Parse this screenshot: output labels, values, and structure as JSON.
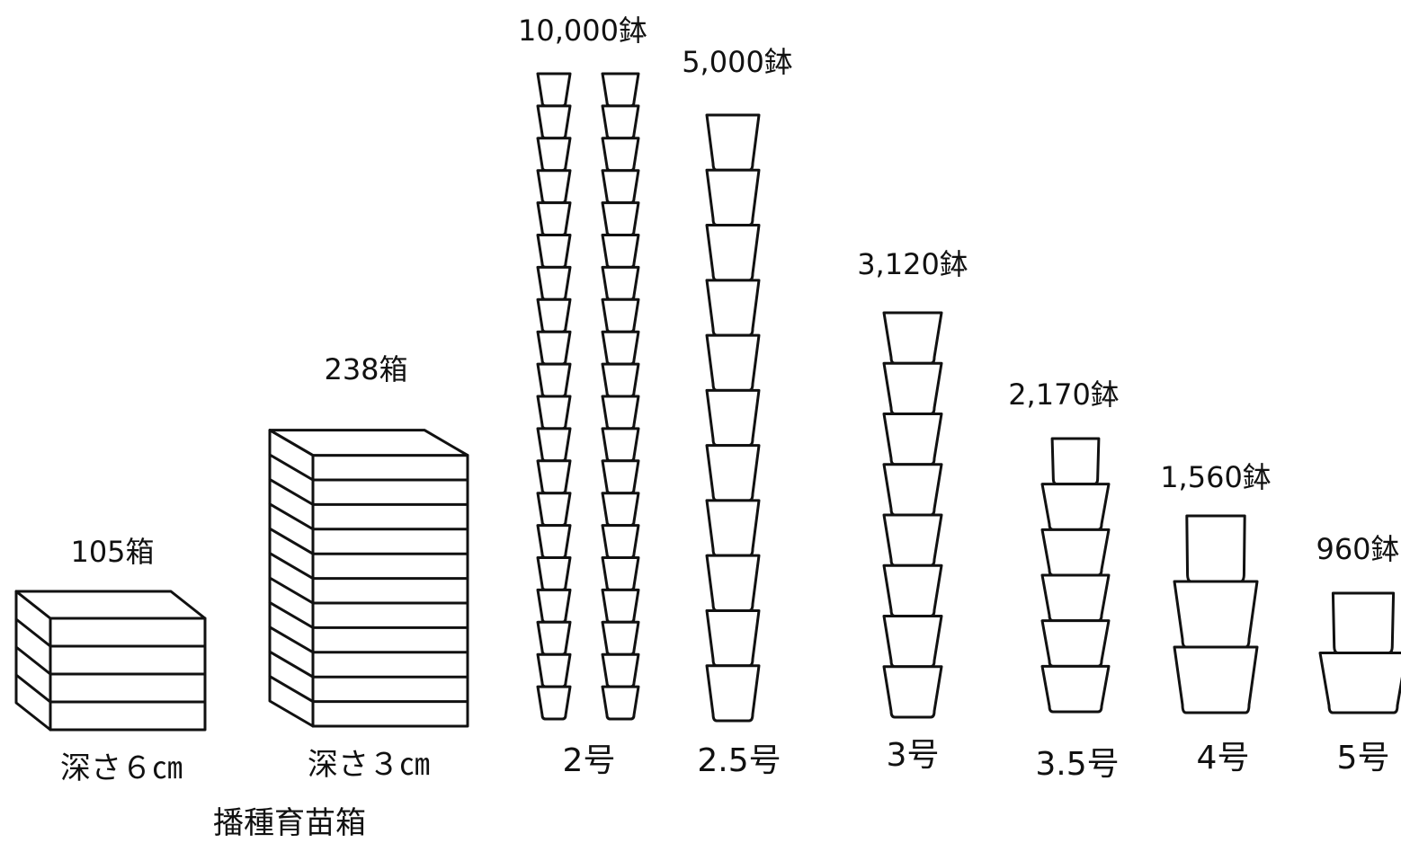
{
  "items": [
    {
      "id": "box-6cm",
      "kind": "box",
      "count_label": "105箱",
      "size_label": "深さ６㎝"
    },
    {
      "id": "box-3cm",
      "kind": "box",
      "count_label": "238箱",
      "size_label": "深さ３㎝"
    },
    {
      "id": "pot-2",
      "kind": "pot",
      "count_label": "10,000鉢",
      "size_label": "2号"
    },
    {
      "id": "pot-2-5",
      "kind": "pot",
      "count_label": "5,000鉢",
      "size_label": "2.5号"
    },
    {
      "id": "pot-3",
      "kind": "pot",
      "count_label": "3,120鉢",
      "size_label": "3号"
    },
    {
      "id": "pot-3-5",
      "kind": "pot",
      "count_label": "2,170鉢",
      "size_label": "3.5号"
    },
    {
      "id": "pot-4",
      "kind": "pot",
      "count_label": "1,560鉢",
      "size_label": "4号"
    },
    {
      "id": "pot-5",
      "kind": "pot",
      "count_label": "960鉢",
      "size_label": "5号"
    }
  ],
  "boxes_caption": "播種育苗箱"
}
